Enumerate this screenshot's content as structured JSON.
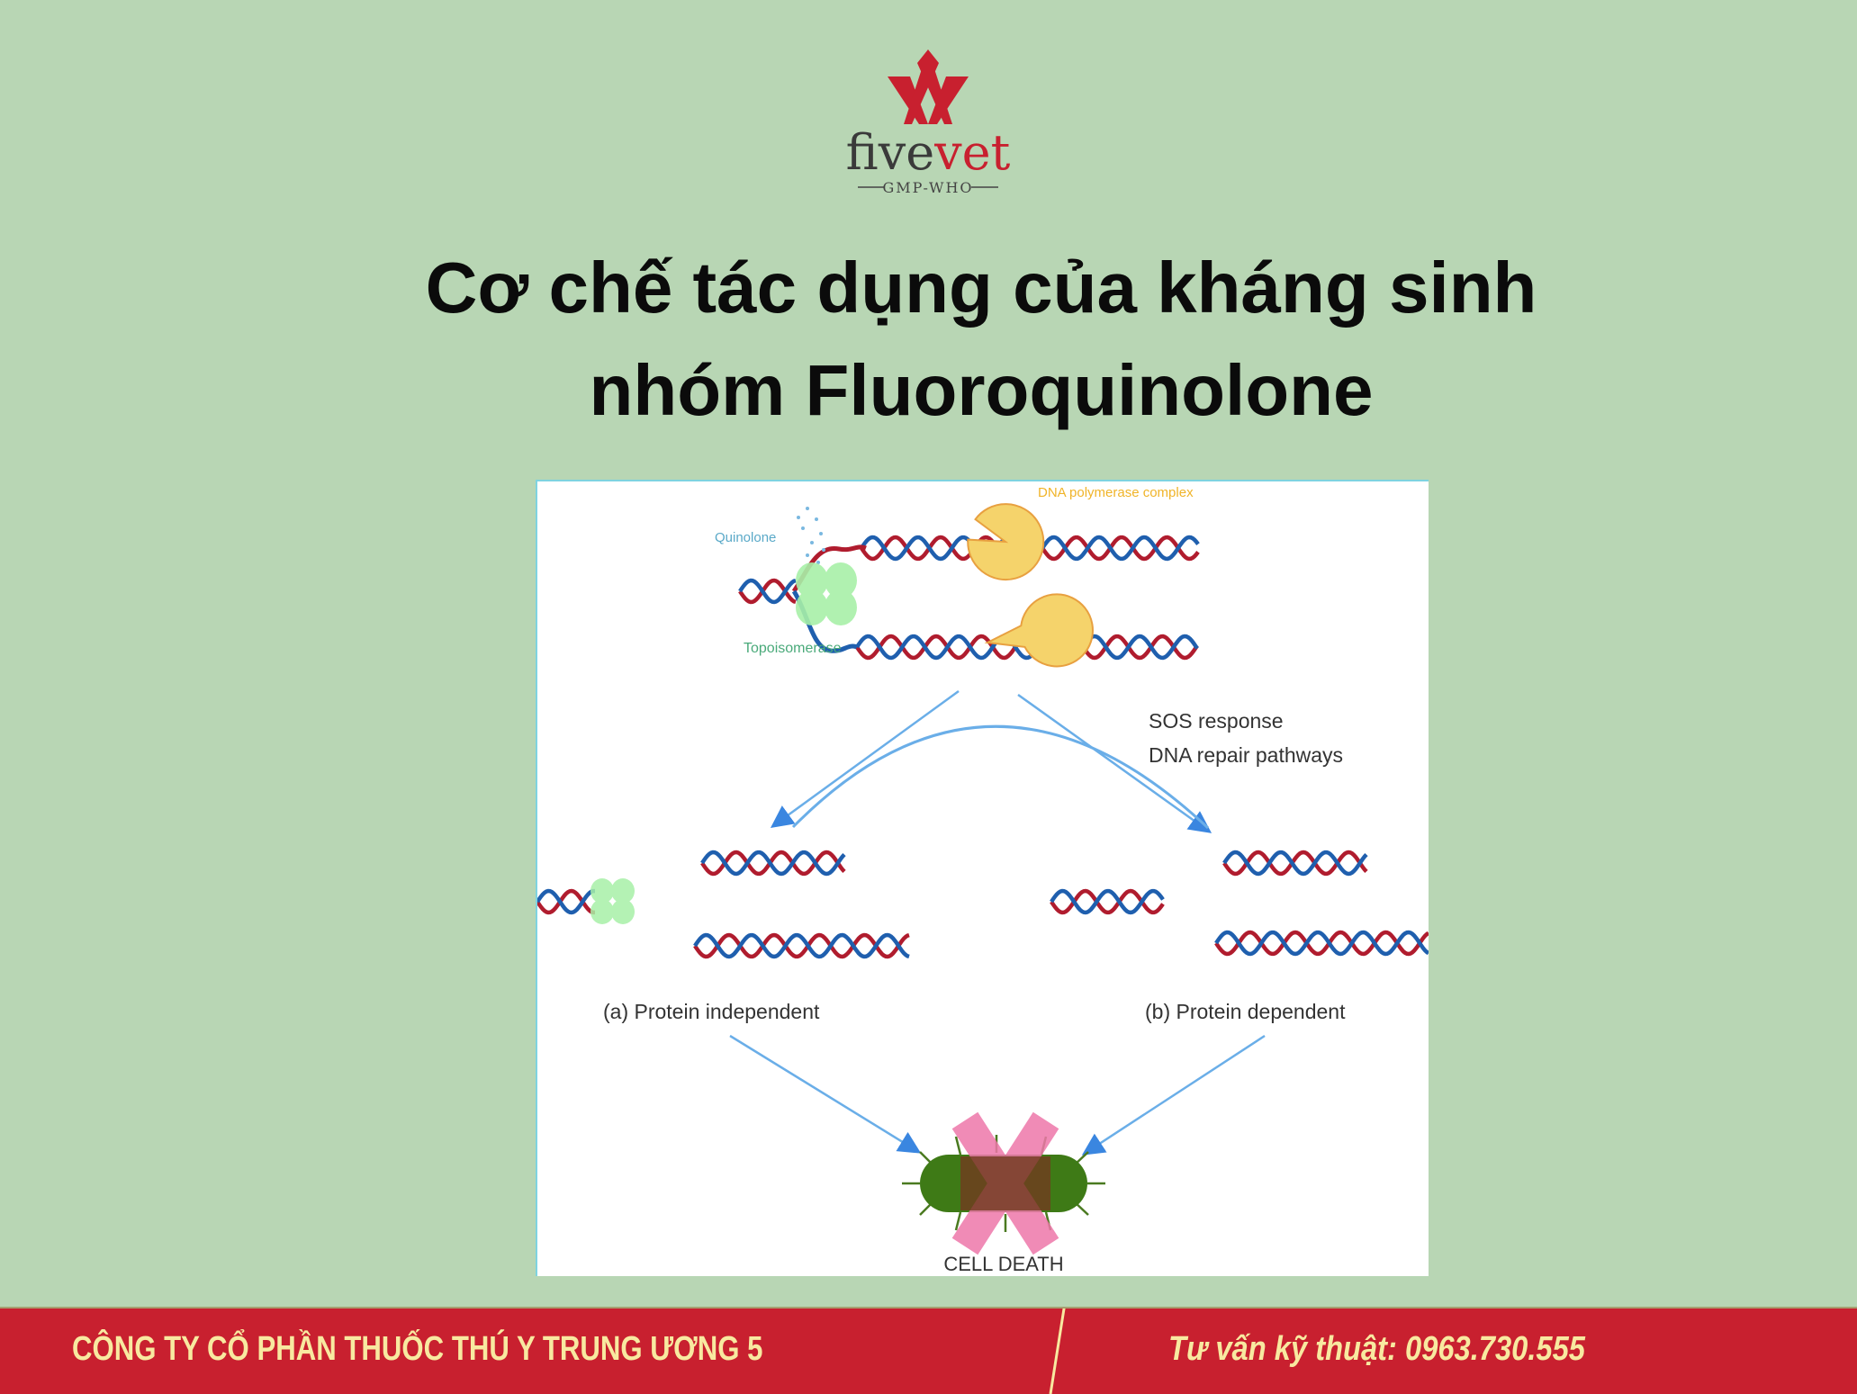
{
  "logo": {
    "brand_part1": "five",
    "brand_part2": "vet",
    "tagline": "GMP-WHO"
  },
  "title": {
    "line1": "Cơ chế tác dụng của kháng sinh",
    "line2": "nhóm Fluoroquinolone"
  },
  "diagram": {
    "quinolone": "Quinolone",
    "polymerase": "DNA polymerase complex",
    "topoisomerase": "Topoisomerase",
    "sos": "SOS response",
    "repair": "DNA repair pathways",
    "path_a": "(a) Protein independent",
    "path_b": "(b) Protein dependent",
    "result": "CELL DEATH"
  },
  "footer": {
    "company": "CÔNG TY CỔ PHẦN THUỐC THÚ Y TRUNG ƯƠNG 5",
    "contact": "Tư vấn kỹ thuật: 0963.730.555"
  },
  "colors": {
    "background": "#b8d6b4",
    "footer": "#c8202f",
    "footer_text": "#f8e9a0",
    "brand_red": "#c8202f"
  }
}
